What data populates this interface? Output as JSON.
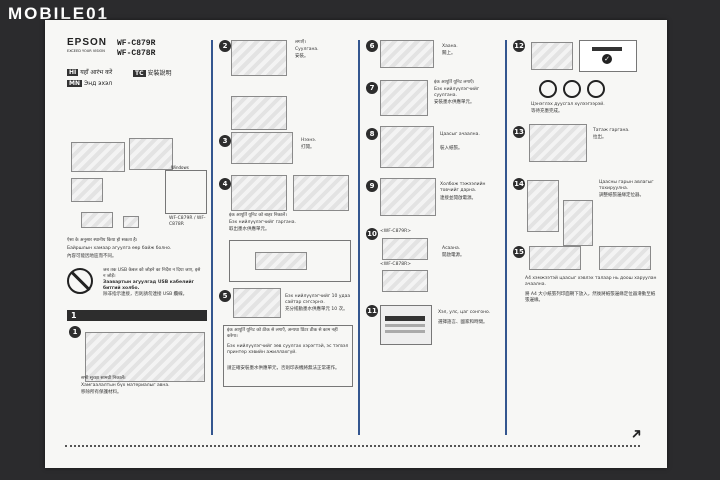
{
  "watermark": "MOBILE01",
  "brand": {
    "name": "EPSON",
    "tagline": "EXCEED YOUR VISION"
  },
  "models": [
    "WF-C879R",
    "WF-C878R"
  ],
  "languages": [
    {
      "code": "HI",
      "label": "यहाँ आरंभ करें"
    },
    {
      "code": "TC",
      "label": "安裝說明"
    },
    {
      "code": "MN",
      "label": "Энд эхэл"
    }
  ],
  "col1": {
    "windows_label": "Windows",
    "model_note": "WF-C879R / WF-C878R",
    "unpack_hi": "ऐसा के अनुसार स्थानीय किया हो सकता है।",
    "unpack_mn": "Байршлын хамаар агуулга өөр байж болно.",
    "unpack_tc": "內容可能因地區而不同。",
    "usb_hi": "जब तक USB केबल को जोड़ने का निर्देश न दिया जाए, इसे न जोड़ें।",
    "usb_mn": "Заавартын агуулгад USB кабелийг битгий холбо.",
    "usb_tc": "除非指示連接，否則請勿連接 USB 纜線。",
    "section": "1",
    "step1_hi": "सभी सुरक्षा सामग्री निकालें।",
    "step1_mn": "Хамгаалалтын бүх материалыг авна.",
    "step1_tc": "移除所有保護材料。"
  },
  "col2": {
    "s2_hi": "लगाएँ।",
    "s2_mn": "Суулгана.",
    "s2_tc": "安裝。",
    "s3_mn": "Нээнэ.",
    "s3_tc": "打開。",
    "s4_hi": "इंक आपूर्ति यूनिट को बाहर निकालें।",
    "s4_mn": "Бэх нийлүүлэгчийг гаргана.",
    "s4_tc": "取出墨水供應單元。",
    "s5_mn": "Бэх нийлүүлэгчийг 10 удаа сайтар сэгсэрнэ.",
    "s5_tc": "充分搖動墨水供應單元 10 次。",
    "notice_hi": "इंक आपूर्ति यूनिट को ठीक से लगाएँ, अन्यथा प्रिंटर ठीक से काम नहीं करेगा।",
    "notice_mn": "Бэх нийлүүлэгчийг зөв суулгах хэрэгтэй, эс тэгвэл принтер хэвийн ажиллахгүй.",
    "notice_tc": "請正確安裝墨水供應單元，否則印表機將無法正常運作。"
  },
  "col3": {
    "s6_mn": "Хаана.",
    "s6_tc": "關上。",
    "s7_hi": "इंक आपूर्ति यूनिट लगाएँ।",
    "s7_mn": "Бэх нийлүүлэгчийг суулгана.",
    "s7_tc": "安裝墨水供應單元。",
    "s8_mn": "Цаасыг ачаална.",
    "s8_tc": "裝入紙張。",
    "s9_mn": "Холбож тэжээлийн товчийг дарна.",
    "s9_tc": "連接並開啟電源。",
    "s10_tag_a": "<WF-C879R>",
    "s10_tag_b": "<WF-C878R>",
    "s10_mn": "Асаана.",
    "s10_tc": "開啟電源。",
    "s11_mn": "Хэл, улс, цаг сонгоно.",
    "s11_tc": "選擇語言、國家和時間。"
  },
  "col4": {
    "s12_mn": "Цэнэглэх дуусгал хүлээгээрэй.",
    "s12_tc": "等待充墨完成。",
    "s13_mn": "Татаж гаргана.",
    "s13_tc": "拉出。",
    "s14_mn": "Цаасны гарын авлагыг тохируулна.",
    "s14_tc": "調整紙張邊緣定位器。",
    "s15_mn": "А4 хэмжээтэй цаасыг хэвлэх талаар нь доош харуулан ачаална.",
    "s15_tc": "將 A4 大小紙張列印面朝下放入，然後將紙張邊緣定位器滑動至紙張邊緣。"
  },
  "step_numbers": [
    "2",
    "3",
    "4",
    "5",
    "6",
    "7",
    "8",
    "9",
    "10",
    "11",
    "12",
    "13",
    "14",
    "15"
  ]
}
